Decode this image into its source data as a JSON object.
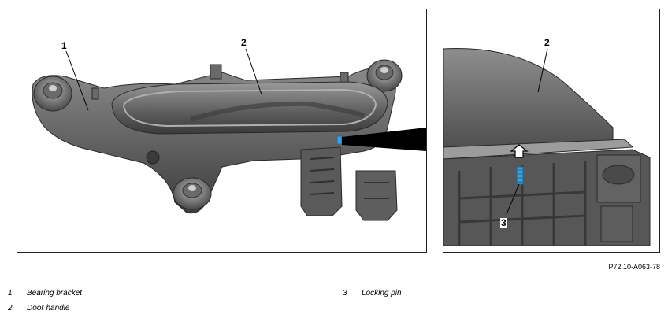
{
  "figure": {
    "reference_code": "P72.10-A063-78",
    "callouts": {
      "main_1": "1",
      "main_2": "2",
      "detail_2": "2",
      "detail_3": "3"
    }
  },
  "legend": {
    "items": [
      {
        "number": "1",
        "label": "Bearing bracket"
      },
      {
        "number": "2",
        "label": "Door handle"
      },
      {
        "number": "3",
        "label": "Locking pin"
      }
    ]
  },
  "colors": {
    "part_dark": "#4a4a4a",
    "part_mid": "#6e6e6e",
    "part_light": "#9a9a9a",
    "locking_pin": "#3aa0e0"
  }
}
